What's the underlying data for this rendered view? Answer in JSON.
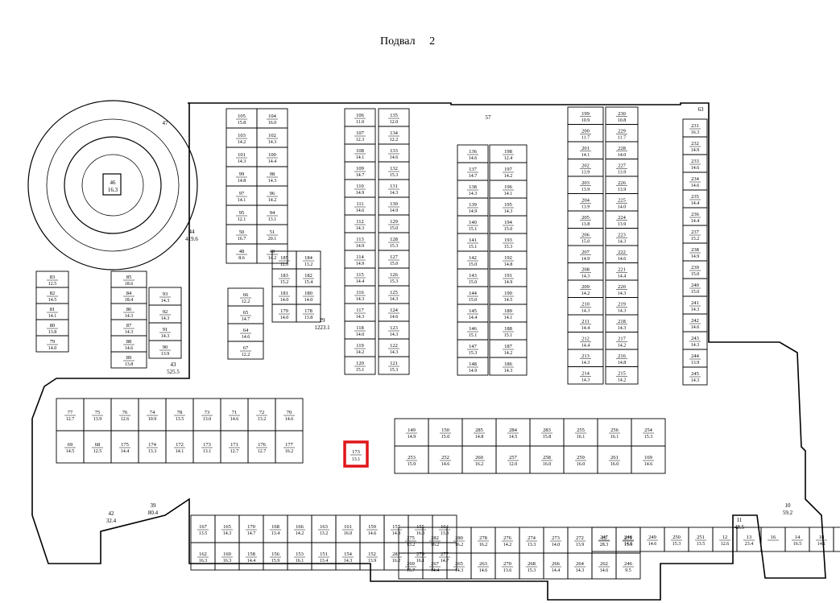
{
  "header": {
    "floor_label": "Подвал",
    "floor_number": "2"
  },
  "highlight": {
    "unit": "173",
    "area": "13.1"
  },
  "halls": [
    {
      "id": "44",
      "area": "419.6"
    },
    {
      "id": "43",
      "area": "525.5"
    },
    {
      "id": "29",
      "area": "1223.1"
    },
    {
      "id": "46",
      "area": "16.3"
    },
    {
      "id": "47",
      "area": ""
    },
    {
      "id": "57",
      "area": ""
    },
    {
      "id": "63",
      "area": ""
    },
    {
      "id": "11",
      "area": "48.5"
    },
    {
      "id": "10",
      "area": "59.2"
    },
    {
      "id": "39",
      "area": "80.4"
    },
    {
      "id": "42",
      "area": "32.4"
    }
  ],
  "units_left_block": [
    {
      "n": "105",
      "a": "15.8"
    },
    {
      "n": "104",
      "a": "16.0"
    },
    {
      "n": "103",
      "a": "14.2"
    },
    {
      "n": "102",
      "a": "14.3"
    },
    {
      "n": "101",
      "a": "14.3"
    },
    {
      "n": "100",
      "a": "14.4"
    },
    {
      "n": "99",
      "a": "14.8"
    },
    {
      "n": "98",
      "a": "14.3"
    },
    {
      "n": "97",
      "a": "14.1"
    },
    {
      "n": "96",
      "a": "14.2"
    },
    {
      "n": "95",
      "a": "12.1"
    },
    {
      "n": "94",
      "a": "13.1"
    },
    {
      "n": "50",
      "a": "16.7"
    },
    {
      "n": "51",
      "a": "20.1"
    },
    {
      "n": "48",
      "a": "8.6"
    },
    {
      "n": "49",
      "a": "14.2"
    }
  ],
  "units_col2": [
    {
      "n": "106",
      "a": "11.0"
    },
    {
      "n": "107",
      "a": "12.3"
    },
    {
      "n": "108",
      "a": "14.1"
    },
    {
      "n": "109",
      "a": "14.7"
    },
    {
      "n": "110",
      "a": "14.9"
    },
    {
      "n": "111",
      "a": "14.6"
    },
    {
      "n": "112",
      "a": "14.3"
    },
    {
      "n": "113",
      "a": "14.9"
    },
    {
      "n": "114",
      "a": "14.9"
    },
    {
      "n": "115",
      "a": "14.4"
    },
    {
      "n": "116",
      "a": "14.3"
    },
    {
      "n": "117",
      "a": "14.3"
    },
    {
      "n": "118",
      "a": "14.0"
    },
    {
      "n": "119",
      "a": "14.2"
    },
    {
      "n": "120",
      "a": "15.1"
    }
  ],
  "units_col3": [
    {
      "n": "135",
      "a": "12.0"
    },
    {
      "n": "134",
      "a": "12.2"
    },
    {
      "n": "133",
      "a": "14.6"
    },
    {
      "n": "132",
      "a": "15.3"
    },
    {
      "n": "131",
      "a": "14.3"
    },
    {
      "n": "130",
      "a": "14.9"
    },
    {
      "n": "129",
      "a": "15.0"
    },
    {
      "n": "128",
      "a": "15.3"
    },
    {
      "n": "127",
      "a": "15.0"
    },
    {
      "n": "126",
      "a": "15.3"
    },
    {
      "n": "125",
      "a": "14.3"
    },
    {
      "n": "124",
      "a": "14.6"
    },
    {
      "n": "123",
      "a": "14.3"
    },
    {
      "n": "122",
      "a": "14.3"
    },
    {
      "n": "121",
      "a": "15.3"
    }
  ],
  "units_col4": [
    {
      "n": "136",
      "a": "14.6"
    },
    {
      "n": "137",
      "a": "14.7"
    },
    {
      "n": "138",
      "a": "14.3"
    },
    {
      "n": "139",
      "a": "14.9"
    },
    {
      "n": "140",
      "a": "15.1"
    },
    {
      "n": "141",
      "a": "15.1"
    },
    {
      "n": "142",
      "a": "15.0"
    },
    {
      "n": "143",
      "a": "15.0"
    },
    {
      "n": "144",
      "a": "15.0"
    },
    {
      "n": "145",
      "a": "14.4"
    },
    {
      "n": "146",
      "a": "15.1"
    },
    {
      "n": "147",
      "a": "15.3"
    },
    {
      "n": "148",
      "a": "14.9"
    }
  ],
  "units_col5": [
    {
      "n": "198",
      "a": "12.4"
    },
    {
      "n": "197",
      "a": "14.2"
    },
    {
      "n": "196",
      "a": "14.1"
    },
    {
      "n": "195",
      "a": "14.3"
    },
    {
      "n": "194",
      "a": "15.0"
    },
    {
      "n": "193",
      "a": "15.3"
    },
    {
      "n": "192",
      "a": "14.8"
    },
    {
      "n": "191",
      "a": "14.9"
    },
    {
      "n": "190",
      "a": "14.5"
    },
    {
      "n": "189",
      "a": "14.1"
    },
    {
      "n": "188",
      "a": "15.1"
    },
    {
      "n": "187",
      "a": "14.2"
    },
    {
      "n": "186",
      "a": "14.3"
    }
  ],
  "units_col6": [
    {
      "n": "199",
      "a": "10.9"
    },
    {
      "n": "200",
      "a": "11.7"
    },
    {
      "n": "201",
      "a": "14.1"
    },
    {
      "n": "202",
      "a": "13.9"
    },
    {
      "n": "203",
      "a": "13.9"
    },
    {
      "n": "204",
      "a": "13.9"
    },
    {
      "n": "205",
      "a": "13.8"
    },
    {
      "n": "206",
      "a": "15.0"
    },
    {
      "n": "207",
      "a": "14.9"
    },
    {
      "n": "208",
      "a": "14.3"
    },
    {
      "n": "209",
      "a": "14.2"
    },
    {
      "n": "210",
      "a": "14.3"
    },
    {
      "n": "211",
      "a": "14.4"
    },
    {
      "n": "212",
      "a": "14.4"
    },
    {
      "n": "213",
      "a": "14.3"
    },
    {
      "n": "214",
      "a": "14.3"
    }
  ],
  "units_col7": [
    {
      "n": "230",
      "a": "10.8"
    },
    {
      "n": "229",
      "a": "11.7"
    },
    {
      "n": "228",
      "a": "14.0"
    },
    {
      "n": "227",
      "a": "13.9"
    },
    {
      "n": "226",
      "a": "13.9"
    },
    {
      "n": "225",
      "a": "14.0"
    },
    {
      "n": "224",
      "a": "13.9"
    },
    {
      "n": "223",
      "a": "14.3"
    },
    {
      "n": "222",
      "a": "14.6"
    },
    {
      "n": "221",
      "a": "14.4"
    },
    {
      "n": "220",
      "a": "14.3"
    },
    {
      "n": "219",
      "a": "14.3"
    },
    {
      "n": "218",
      "a": "14.3"
    },
    {
      "n": "217",
      "a": "14.2"
    },
    {
      "n": "216",
      "a": "14.8"
    },
    {
      "n": "215",
      "a": "14.2"
    }
  ],
  "units_col8": [
    {
      "n": "231",
      "a": "16.3"
    },
    {
      "n": "232",
      "a": "14.9"
    },
    {
      "n": "233",
      "a": "14.6"
    },
    {
      "n": "234",
      "a": "14.6"
    },
    {
      "n": "235",
      "a": "14.4"
    },
    {
      "n": "236",
      "a": "14.4"
    },
    {
      "n": "237",
      "a": "15.2"
    },
    {
      "n": "238",
      "a": "14.9"
    },
    {
      "n": "239",
      "a": "15.0"
    },
    {
      "n": "240",
      "a": "15.0"
    },
    {
      "n": "241",
      "a": "14.3"
    },
    {
      "n": "242",
      "a": "14.6"
    },
    {
      "n": "243",
      "a": "14.3"
    },
    {
      "n": "244",
      "a": "13.9"
    },
    {
      "n": "245",
      "a": "14.3"
    }
  ],
  "units_west": [
    {
      "n": "83",
      "a": "12.5"
    },
    {
      "n": "82",
      "a": "14.5"
    },
    {
      "n": "81",
      "a": "14.1"
    },
    {
      "n": "80",
      "a": "13.8"
    },
    {
      "n": "79",
      "a": "14.0"
    },
    {
      "n": "85",
      "a": "18.6"
    },
    {
      "n": "84",
      "a": "18.4"
    },
    {
      "n": "86",
      "a": "14.3"
    },
    {
      "n": "87",
      "a": "14.3"
    },
    {
      "n": "88",
      "a": "14.6"
    },
    {
      "n": "89",
      "a": "13.8"
    },
    {
      "n": "93",
      "a": "14.3"
    },
    {
      "n": "92",
      "a": "14.3"
    },
    {
      "n": "91",
      "a": "14.3"
    },
    {
      "n": "90",
      "a": "13.9"
    },
    {
      "n": "66",
      "a": "12.2"
    },
    {
      "n": "65",
      "a": "14.7"
    },
    {
      "n": "64",
      "a": "14.6"
    },
    {
      "n": "67",
      "a": "12.2"
    },
    {
      "n": "185",
      "a": "12.0"
    },
    {
      "n": "184",
      "a": "13.2"
    },
    {
      "n": "183",
      "a": "15.2"
    },
    {
      "n": "182",
      "a": "15.4"
    },
    {
      "n": "181",
      "a": "14.0"
    },
    {
      "n": "180",
      "a": "14.0"
    },
    {
      "n": "179",
      "a": "14.0"
    },
    {
      "n": "178",
      "a": "13.8"
    }
  ],
  "units_south": [
    {
      "n": "77",
      "a": "12.7"
    },
    {
      "n": "75",
      "a": "13.9"
    },
    {
      "n": "76",
      "a": "12.6"
    },
    {
      "n": "74",
      "a": "10.9"
    },
    {
      "n": "78",
      "a": "13.5"
    },
    {
      "n": "73",
      "a": "13.0"
    },
    {
      "n": "71",
      "a": "14.6"
    },
    {
      "n": "72",
      "a": "13.2"
    },
    {
      "n": "70",
      "a": "14.6"
    },
    {
      "n": "69",
      "a": "14.5"
    },
    {
      "n": "68",
      "a": "12.5"
    },
    {
      "n": "175",
      "a": "14.4"
    },
    {
      "n": "174",
      "a": "13.3"
    },
    {
      "n": "172",
      "a": "14.1"
    },
    {
      "n": "173",
      "a": "13.1"
    },
    {
      "n": "171",
      "a": "12.7"
    },
    {
      "n": "176",
      "a": "12.7"
    },
    {
      "n": "177",
      "a": "16.2"
    },
    {
      "n": "149",
      "a": "14.9"
    },
    {
      "n": "150",
      "a": "15.0"
    },
    {
      "n": "285",
      "a": "14.8"
    },
    {
      "n": "284",
      "a": "14.5"
    },
    {
      "n": "283",
      "a": "15.8"
    },
    {
      "n": "255",
      "a": "16.1"
    },
    {
      "n": "256",
      "a": "16.1"
    },
    {
      "n": "254",
      "a": "15.3"
    },
    {
      "n": "253",
      "a": "15.9"
    },
    {
      "n": "252",
      "a": "14.6"
    },
    {
      "n": "260",
      "a": "16.2"
    },
    {
      "n": "257",
      "a": "12.0"
    },
    {
      "n": "258",
      "a": "16.0"
    },
    {
      "n": "259",
      "a": "16.0"
    },
    {
      "n": "261",
      "a": "16.0"
    },
    {
      "n": "169",
      "a": "14.6"
    },
    {
      "n": "167",
      "a": "13.5"
    },
    {
      "n": "165",
      "a": "14.3"
    },
    {
      "n": "170",
      "a": "14.7"
    },
    {
      "n": "168",
      "a": "13.4"
    },
    {
      "n": "166",
      "a": "14.2"
    },
    {
      "n": "163",
      "a": "13.2"
    },
    {
      "n": "161",
      "a": "16.0"
    },
    {
      "n": "159",
      "a": "14.6"
    },
    {
      "n": "157",
      "a": "14.8"
    },
    {
      "n": "155",
      "a": "16.0"
    },
    {
      "n": "164",
      "a": "13.3"
    },
    {
      "n": "162",
      "a": "16.3"
    },
    {
      "n": "160",
      "a": "16.3"
    },
    {
      "n": "158",
      "a": "14.4"
    },
    {
      "n": "156",
      "a": "15.9"
    },
    {
      "n": "153",
      "a": "16.1"
    },
    {
      "n": "151",
      "a": "13.4"
    },
    {
      "n": "154",
      "a": "14.3"
    },
    {
      "n": "152",
      "a": "13.9"
    },
    {
      "n": "281",
      "a": "16.2"
    },
    {
      "n": "279",
      "a": "16.1"
    },
    {
      "n": "277",
      "a": "14.7"
    },
    {
      "n": "275",
      "a": "13.2"
    },
    {
      "n": "282",
      "a": "16.2"
    },
    {
      "n": "280",
      "a": "16.2"
    },
    {
      "n": "278",
      "a": "16.2"
    },
    {
      "n": "276",
      "a": "14.2"
    },
    {
      "n": "274",
      "a": "13.3"
    },
    {
      "n": "273",
      "a": "14.0"
    },
    {
      "n": "272",
      "a": "13.9"
    },
    {
      "n": "15",
      "a": "28.3"
    },
    {
      "n": "271",
      "a": "13.6"
    },
    {
      "n": "269",
      "a": "15.7"
    },
    {
      "n": "267",
      "a": "14.4"
    },
    {
      "n": "265",
      "a": "14.3"
    },
    {
      "n": "263",
      "a": "14.6"
    },
    {
      "n": "270",
      "a": "13.6"
    },
    {
      "n": "268",
      "a": "15.3"
    },
    {
      "n": "266",
      "a": "14.4"
    },
    {
      "n": "264",
      "a": "14.3"
    },
    {
      "n": "262",
      "a": "14.6"
    },
    {
      "n": "246",
      "a": "9.5"
    },
    {
      "n": "247",
      "a": ""
    },
    {
      "n": "248",
      "a": "14.6"
    },
    {
      "n": "249",
      "a": "14.6"
    },
    {
      "n": "250",
      "a": "15.3"
    },
    {
      "n": "251",
      "a": "13.5"
    },
    {
      "n": "12",
      "a": "12.6"
    },
    {
      "n": "13",
      "a": "23.4"
    },
    {
      "n": "16",
      "a": ""
    },
    {
      "n": "14",
      "a": "16.5"
    },
    {
      "n": "18",
      "a": "14.1"
    },
    {
      "n": "17",
      "a": "12.3"
    }
  ]
}
